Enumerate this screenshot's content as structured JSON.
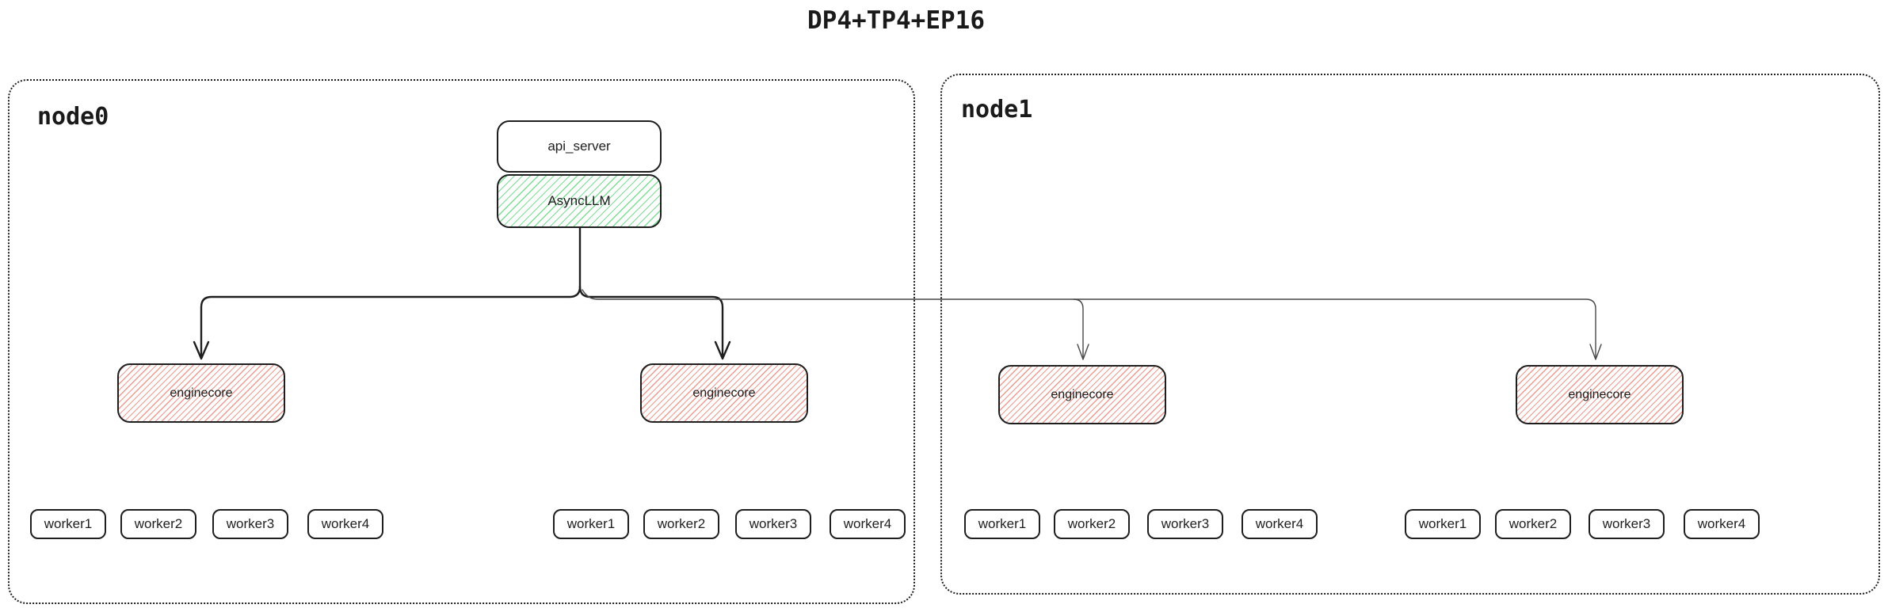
{
  "title": "DP4+TP4+EP16",
  "colors": {
    "ink": "#1e1e1e",
    "green_hatch": "#7dde96",
    "red_hatch": "#f09a8e",
    "thin_line": "#474747"
  },
  "node0": {
    "label": "node0",
    "api_server_label": "api_server",
    "asyncllm_label": "AsyncLLM",
    "enginecore_labels": [
      "enginecore",
      "enginecore"
    ],
    "worker_groups": [
      [
        "worker1",
        "worker2",
        "worker3",
        "worker4"
      ],
      [
        "worker1",
        "worker2",
        "worker3",
        "worker4"
      ]
    ]
  },
  "node1": {
    "label": "node1",
    "enginecore_labels": [
      "enginecore",
      "enginecore"
    ],
    "worker_groups": [
      [
        "worker1",
        "worker2",
        "worker3",
        "worker4"
      ],
      [
        "worker1",
        "worker2",
        "worker3",
        "worker4"
      ]
    ]
  }
}
